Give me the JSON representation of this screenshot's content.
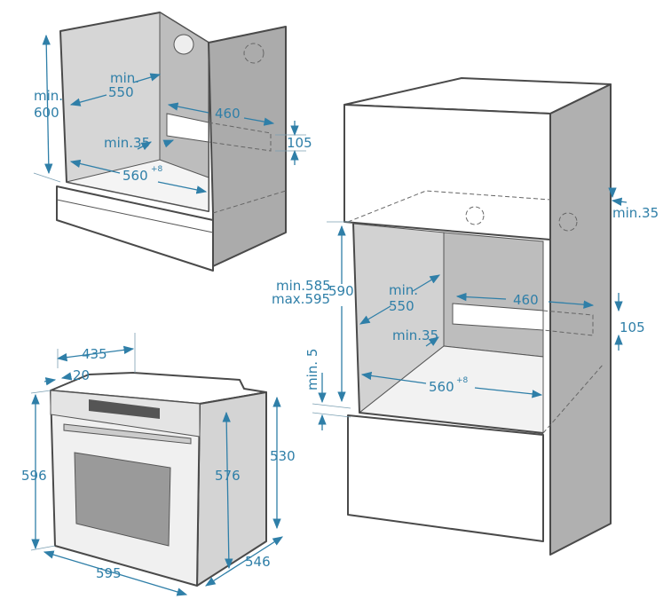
{
  "colors": {
    "dimension": "#2f7fa8",
    "panel": "#b5b5b5",
    "back_wall": "#c9c9c9",
    "outline": "#4a4a4a"
  },
  "under_counter_cabinet": {
    "height_min_label": "min.",
    "height_value": "600",
    "depth_min_label": "min.",
    "depth_value": "550",
    "vent_width": "460",
    "vent_height": "105",
    "rear_gap": "min.35",
    "width_value": "560",
    "width_tolerance": "+8"
  },
  "tall_cabinet": {
    "top_gap": "min.35",
    "height_range_min": "min.585",
    "height_range_max": "max.595",
    "height_value": "590",
    "depth_min_label": "min.",
    "depth_value": "550",
    "vent_width": "460",
    "vent_height": "105",
    "rear_gap": "min.35",
    "width_value": "560",
    "width_tolerance": "+8",
    "bottom_gap": "min. 5"
  },
  "oven": {
    "top_depth": "435",
    "panel_offset": "20",
    "front_height": "596",
    "body_height": "576",
    "side_height": "530",
    "body_depth": "546",
    "front_width": "595"
  }
}
